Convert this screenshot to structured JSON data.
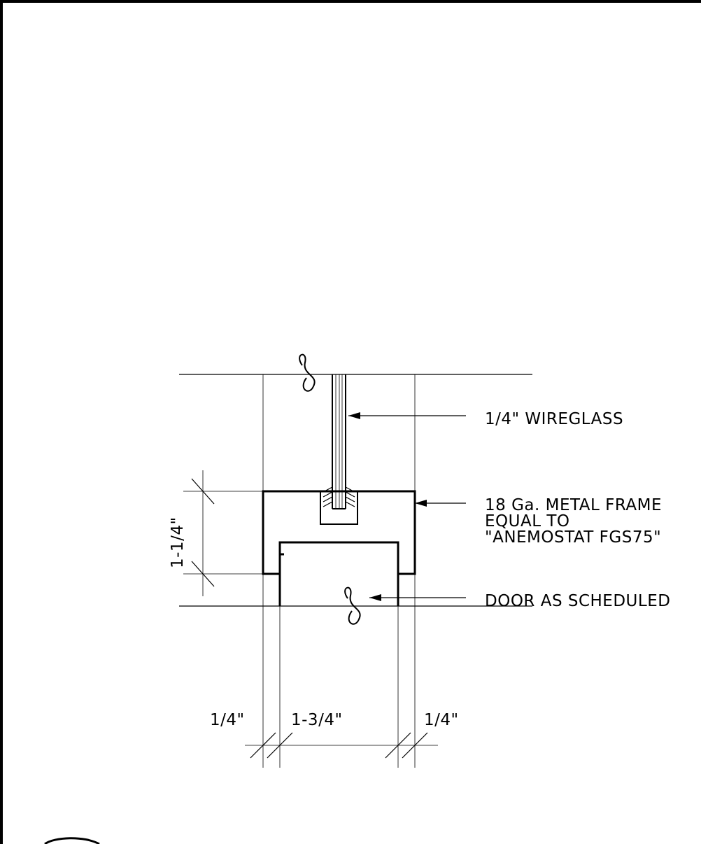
{
  "labels": {
    "wireglass": "1/4\" WIREGLASS",
    "frame_line1": "18 Ga. METAL FRAME",
    "frame_line2": "EQUAL TO",
    "frame_line3": "\"ANEMOSTAT FGS75\"",
    "door": "DOOR AS SCHEDULED"
  },
  "dimensions": {
    "frame_height": "1-1/4\"",
    "left_offset": "1/4\"",
    "door_thickness": "1-3/4\"",
    "right_offset": "1/4\""
  },
  "icons": {
    "break_symbol": "break-line-icon",
    "arrow": "leader-arrow-icon",
    "tick": "dimension-tick-icon"
  },
  "colors": {
    "line": "#000000",
    "background": "#ffffff"
  }
}
